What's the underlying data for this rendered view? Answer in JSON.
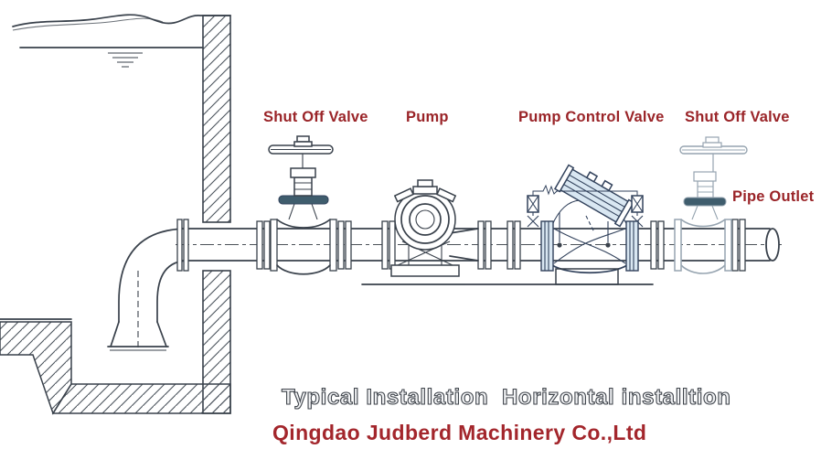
{
  "component_labels": {
    "shut_off_valve_left": "Shut Off Valve",
    "pump": "Pump",
    "pump_control_valve": "Pump Control Valve",
    "shut_off_valve_right": "Shut Off Valve",
    "pipe_outlet": "Pipe Outlet"
  },
  "captions": {
    "left": "Typical Installation",
    "right": "Horizontal installtion"
  },
  "footer": {
    "company": "Qingdao Judberd Machinery Co.,Ltd"
  },
  "colors": {
    "label_red": "#9a2428",
    "footer_red": "#a3262c",
    "line_dark": "#39414b",
    "line_light": "#96a4b0",
    "valve_navy": "#32425c",
    "valve_fill_blue": "#d9e7f2",
    "gland_teal": "#3f5d6d",
    "caption_fill": "#f2f3f5",
    "caption_stroke": "#41464d"
  }
}
